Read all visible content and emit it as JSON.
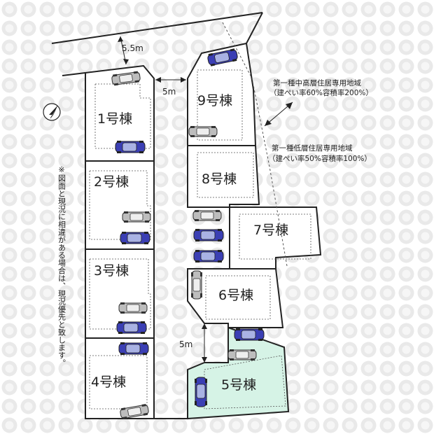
{
  "lots": [
    {
      "id": "lot-1",
      "label": "1号棟"
    },
    {
      "id": "lot-2",
      "label": "2号棟"
    },
    {
      "id": "lot-3",
      "label": "3号棟"
    },
    {
      "id": "lot-4",
      "label": "4号棟"
    },
    {
      "id": "lot-5",
      "label": "5号棟"
    },
    {
      "id": "lot-6",
      "label": "6号棟"
    },
    {
      "id": "lot-7",
      "label": "7号棟"
    },
    {
      "id": "lot-8",
      "label": "8号棟"
    },
    {
      "id": "lot-9",
      "label": "9号棟"
    }
  ],
  "dimensions": {
    "top_road": "5.5m",
    "center_road": "5m",
    "south_road": "5m"
  },
  "zoning": {
    "zone_a_title": "第一種中高層住居専用地域",
    "zone_a_detail": "（建ぺい率60%容積率200%）",
    "zone_b_title": "第一種低層住居専用地域",
    "zone_b_detail": "（建ぺい率50%容積率100%）"
  },
  "note": "※図面と現況に相違がある場合は、現況優先と致します。",
  "colors": {
    "highlight_lot": "#d6f3e6",
    "car_blue": "#3b3fb4",
    "car_gray": "#b9b9b9",
    "watermark": "#e9e9e9"
  }
}
